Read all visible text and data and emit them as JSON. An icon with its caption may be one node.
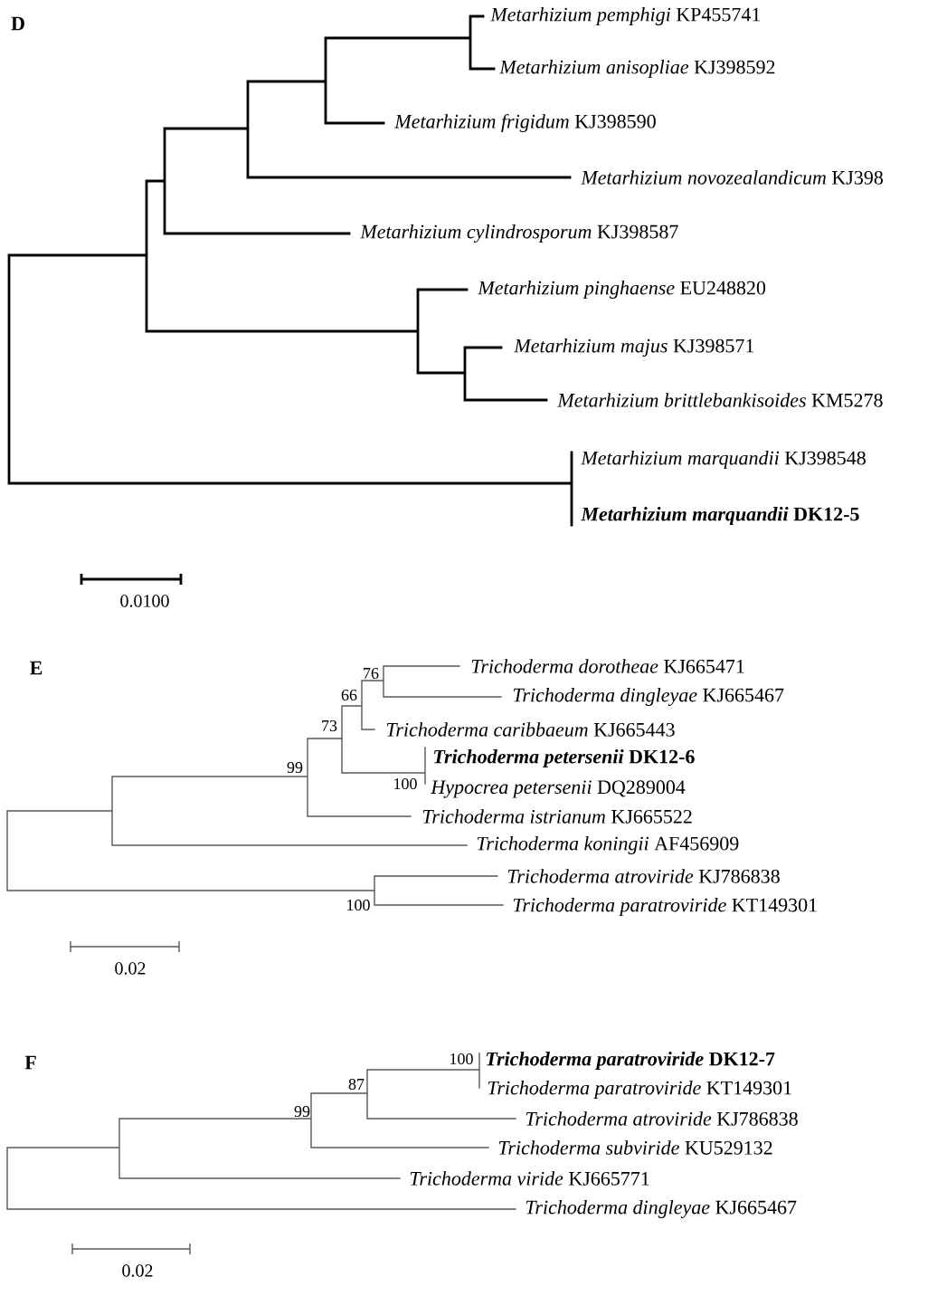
{
  "diagram": {
    "labels": [
      "D",
      "*Metarhizium pemphigi* KP455741",
      "*Metarhizium anisopliae* KJ398592",
      "*Metarhizium frigidum* KJ398590",
      "*Metarhizium novozealandicum* KJ398",
      "*Metarhizium cylindrosporum* KJ398587",
      "*Metarhizium pinghaense* EU248820",
      "*Metarhizium majus* KJ398571",
      "*Metarhizium brittlebankisoides* KM5278",
      "*Metarhizium marquandii* KJ398548",
      "*Metarhizium marquandii* DK12-5",
      "0.0100",
      "E",
      "76",
      "*Trichoderma dorotheae* KJ665471",
      "*Trichoderma dingleyae* KJ665467",
      "66",
      "73",
      "*Trichoderma caribbaeum* KJ665443",
      "*Trichoderma petersenii* DK12-6",
      "99",
      "100",
      "*Hypocrea petersenii* DQ289004",
      "*Trichoderma istrianum* KJ665522",
      "*Trichoderma koningii* AF456909",
      "*Trichoderma atroviride* KJ786838",
      "100",
      "*Trichoderma paratroviride* KT149301",
      "0.02",
      "F",
      "100",
      "*Trichoderma paratroviride* DK12-7",
      "87",
      "*Trichoderma paratroviride* KT149301",
      "*Trichoderma atroviride* KJ786838",
      "99",
      "*Trichoderma subviride* KU529132",
      "*Trichoderma viride* KJ665771",
      "*Trichoderma dingleyae* KJ665467",
      "0.02"
    ]
  }
}
